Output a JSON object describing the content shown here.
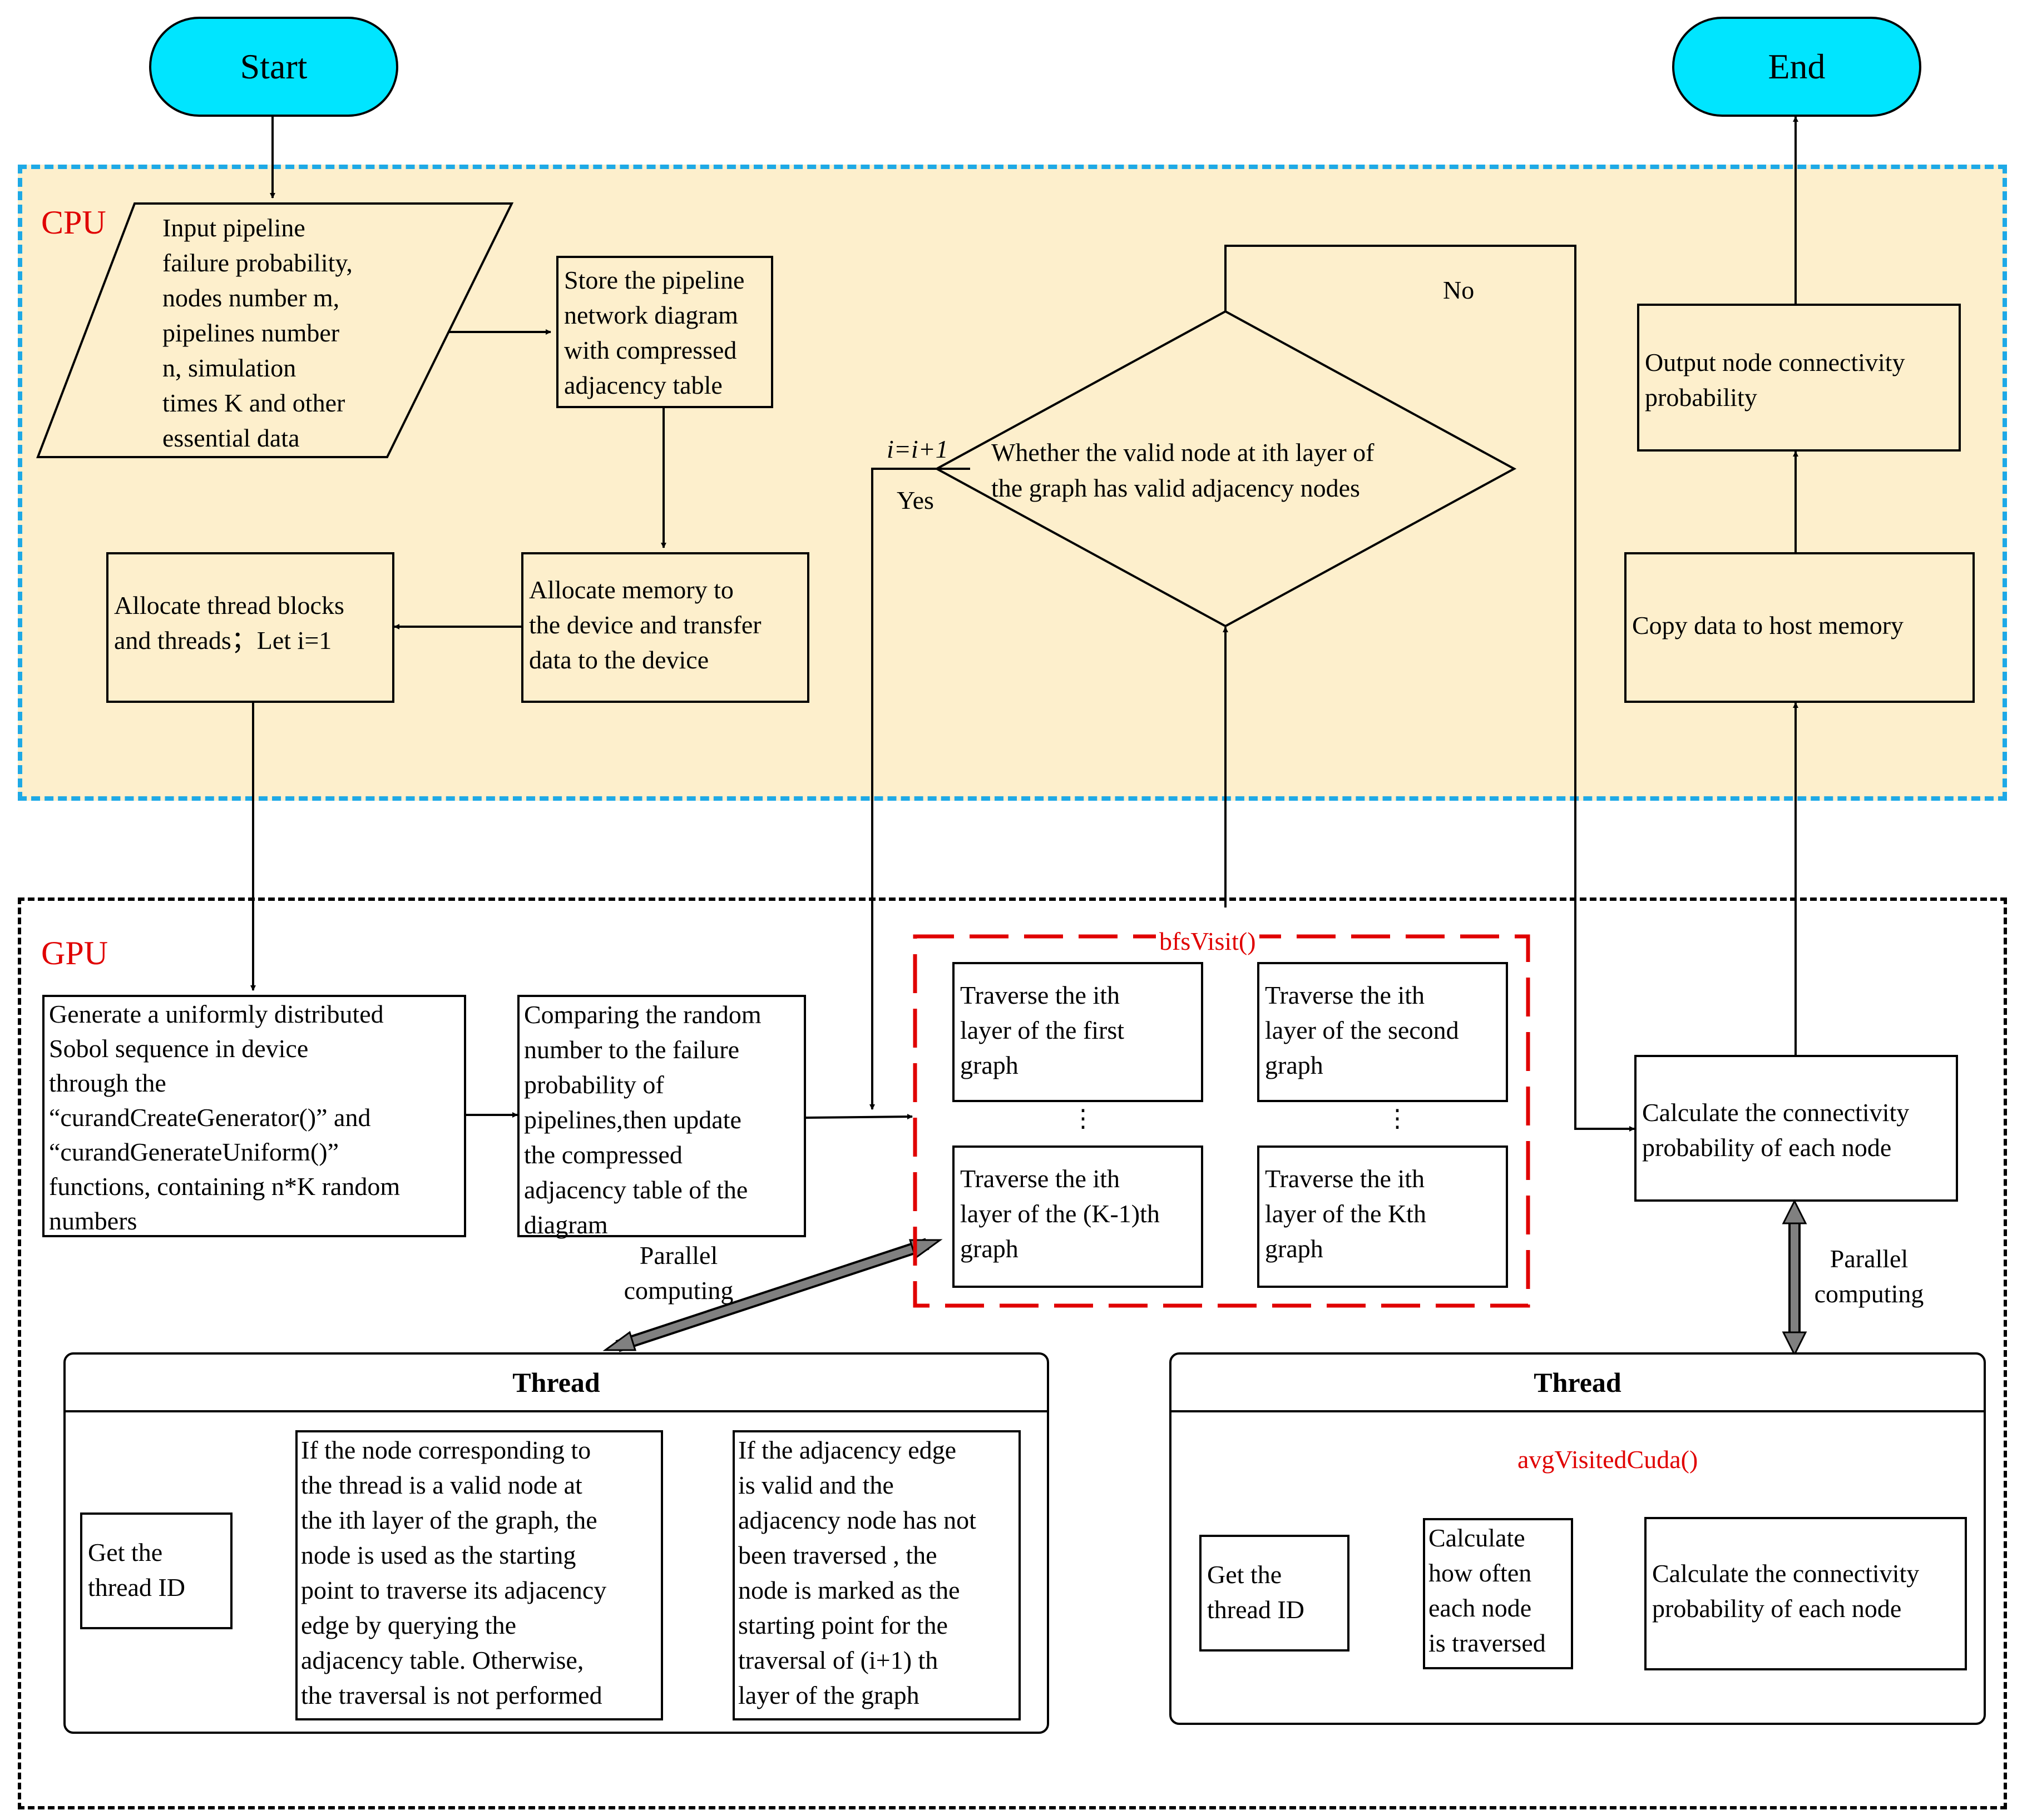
{
  "terminals": {
    "start": "Start",
    "end": "End"
  },
  "regions": {
    "cpu": "CPU",
    "gpu": "GPU"
  },
  "cpu": {
    "input_lines": [
      "Input pipeline",
      "failure probability,",
      "nodes number m,",
      "pipelines  number",
      "n, simulation",
      "times K and other",
      "essential data"
    ],
    "store_lines": [
      "Store the pipeline",
      "network diagram",
      "with compressed",
      "adjacency table"
    ],
    "allocate_memory_lines": [
      "Allocate memory to",
      "the device and transfer",
      "data to the device"
    ],
    "allocate_threads_lines": [
      "Allocate thread blocks",
      "and threads；Let i=1"
    ],
    "decision_lines": [
      "Whether the valid node at ith layer  of",
      "the graph has  valid adjacency nodes"
    ],
    "no_label": "No",
    "yes_label": "Yes",
    "increment_label": "i=i+1",
    "output_lines": [
      "Output  node  connectivity",
      "probability"
    ],
    "copy_label": "Copy data to host memory"
  },
  "gpu": {
    "generate_lines": [
      "Generate a uniformly distributed",
      "Sobol sequence  in device",
      "through the",
      "“curandCreateGenerator()”  and",
      "“curandGenerateUniform()”",
      "functions, containing n*K random",
      "numbers"
    ],
    "compare_lines": [
      "Comparing the random",
      "number to the failure",
      "probability of",
      "pipelines,then update",
      "the compressed",
      "adjacency table of the",
      "diagram"
    ],
    "bfs_label": "bfsVisit()",
    "traverse_boxes": [
      [
        "Traverse the ith",
        "layer of the first",
        "graph"
      ],
      [
        "Traverse the ith",
        "layer of the second",
        "graph"
      ],
      [
        "Traverse the ith",
        "layer of the (K-1)th",
        "graph"
      ],
      [
        "Traverse the ith",
        "layer of the Kth",
        "graph"
      ]
    ],
    "calc_lines": [
      "Calculate the connectivity",
      "probability of each node"
    ],
    "parallel_left_lines": [
      "Parallel",
      "computing"
    ],
    "parallel_right_lines": [
      "Parallel",
      "computing"
    ]
  },
  "thread_left": {
    "title": "Thread",
    "get_id_lines": [
      "Get the",
      "thread  ID"
    ],
    "condition_lines": [
      "If the node corresponding to",
      "the thread is a valid node at",
      "the ith layer of the graph, the",
      "node is used as the starting",
      "point to traverse its adjacency",
      "edge by querying the",
      "adjacency table. Otherwise,",
      "the traversal is not performed"
    ],
    "edge_lines": [
      "If the adjacency edge",
      "is valid and the",
      "adjacency node has not",
      "been traversed , the",
      "node is marked as the",
      "starting point for the",
      "traversal of (i+1) th",
      "layer of the graph"
    ]
  },
  "thread_right": {
    "title": "Thread",
    "function_label": "avgVisitedCuda()",
    "get_id_lines": [
      "Get the",
      "thread  ID"
    ],
    "count_lines": [
      "Calculate",
      "how often",
      "each node",
      "is traversed"
    ],
    "calc_lines": [
      "Calculate the connectivity",
      "probability of each node"
    ]
  },
  "colors": {
    "cpu_fill": "#fdefcc",
    "cpu_border": "#1ea9e6",
    "terminal_fill": "#00e5ff",
    "accent_red": "#e00000",
    "arrow_gray": "#808080"
  }
}
